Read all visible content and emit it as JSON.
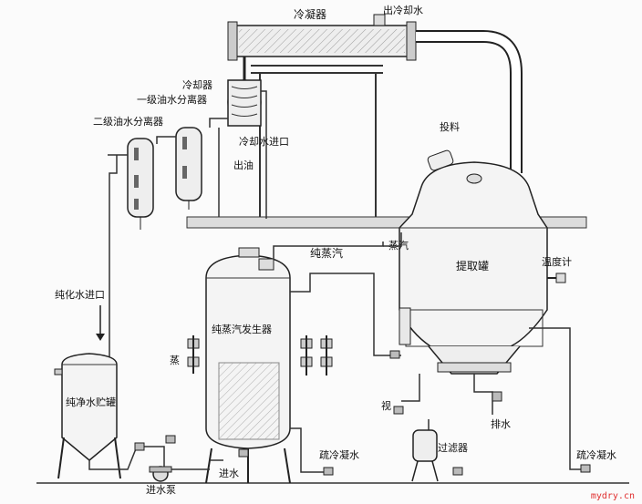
{
  "labels": {
    "condenser": "冷凝器",
    "cooling_water_out": "出冷却水",
    "cooler": "冷却器",
    "primary_separator": "一级油水分离器",
    "secondary_separator": "二级油水分离器",
    "cooling_water_in": "冷却水进口",
    "oil_out": "出油",
    "feed": "投料",
    "steam": "蒸汽",
    "pure_steam": "纯蒸汽",
    "extraction_tank": "提取罐",
    "thermometer": "温度计",
    "purified_water_in": "纯化水进口",
    "pure_steam_generator": "纯蒸汽发生器",
    "purified_water_tank": "纯净水贮罐",
    "boiler_mark": "蒸",
    "sight_glass": "视",
    "drain": "排水",
    "filter": "过滤器",
    "condensate_left": "疏冷凝水",
    "condensate_right": "疏冷凝水",
    "water_inlet": "进水",
    "feed_pump": "进水泵"
  },
  "watermark": "mydry.cn",
  "colors": {
    "line": "#2a2a2a",
    "vessel_fill": "#f4f4f4",
    "floor": "#d8d8d8",
    "watermark": "#e03030"
  }
}
